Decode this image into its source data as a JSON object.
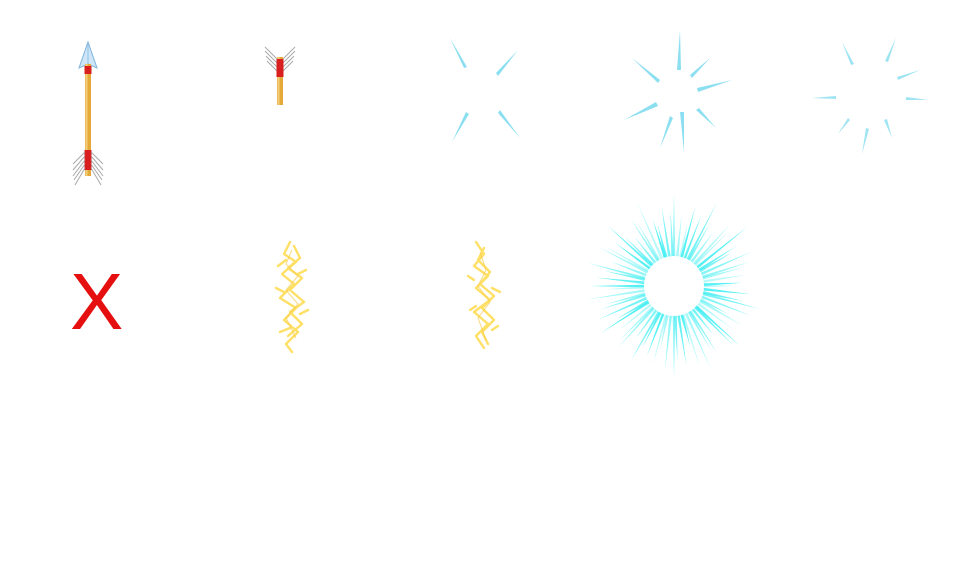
{
  "sheet": {
    "sprites": [
      {
        "name": "arrow-full",
        "icon": "arrow-icon"
      },
      {
        "name": "arrow-short",
        "icon": "arrow-tail-icon"
      },
      {
        "name": "sparkle-small",
        "icon": "sparkle-icon"
      },
      {
        "name": "sparkle-medium",
        "icon": "sparkle-icon"
      },
      {
        "name": "sparkle-large",
        "icon": "sparkle-icon"
      },
      {
        "name": "miss-mark",
        "icon": "x-mark-icon"
      },
      {
        "name": "lightning-a",
        "icon": "lightning-icon"
      },
      {
        "name": "lightning-b",
        "icon": "lightning-icon"
      },
      {
        "name": "burst-ring",
        "icon": "burst-icon"
      }
    ],
    "miss_mark_text": "X"
  },
  "colors": {
    "arrow_shaft": "#e5a93a",
    "arrow_band": "#d81e1e",
    "arrow_head": "#b9d8f2",
    "fletching": "#9a9a9a",
    "sparkle": "#7fdcef",
    "miss_mark": "#e60f0f",
    "lightning": "#ffe066",
    "burst": "#38eef2"
  }
}
